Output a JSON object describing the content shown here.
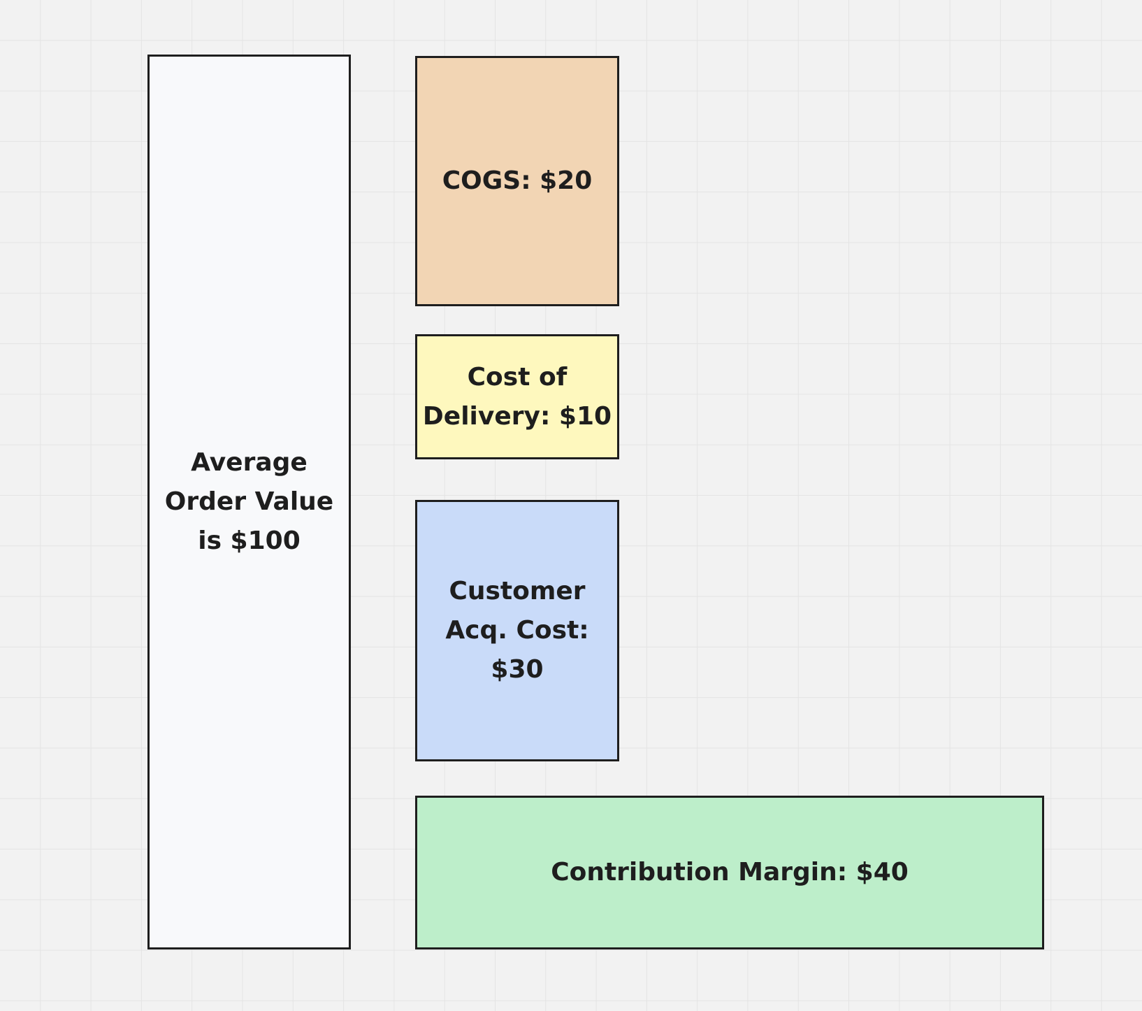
{
  "diagram": {
    "boxes": [
      {
        "id": "aov",
        "label": "Average\nOrder Value\nis $100",
        "color": "#f8f9fb"
      },
      {
        "id": "cogs",
        "label": "COGS: $20",
        "color": "#f2d5b4"
      },
      {
        "id": "delivery",
        "label": "Cost of\nDelivery: $10",
        "color": "#fef8be"
      },
      {
        "id": "cac",
        "label": "Customer\nAcq. Cost:\n$30",
        "color": "#c9dbf9"
      },
      {
        "id": "cm",
        "label": "Contribution Margin: $40",
        "color": "#bdeeca"
      }
    ]
  }
}
